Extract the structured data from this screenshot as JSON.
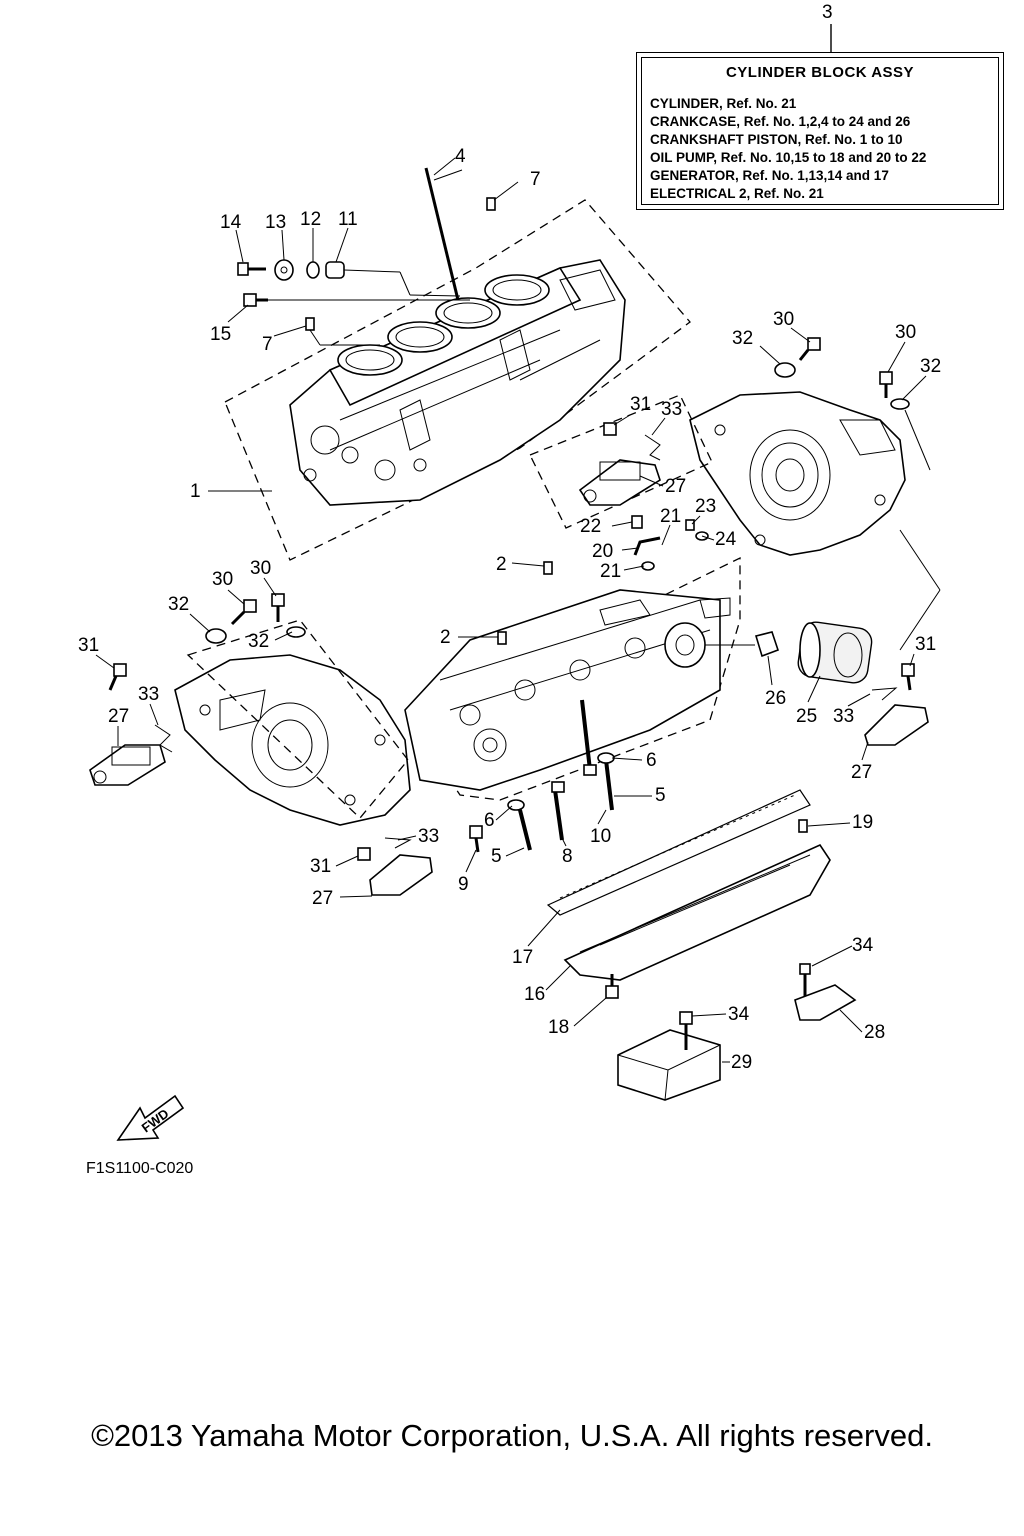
{
  "reference_box": {
    "callout": "3",
    "title": "CYLINDER BLOCK  ASSY",
    "lines": [
      "CYLINDER,      Ref. No. 21",
      "CRANKCASE, Ref. No. 1,2,4 to 24 and 26",
      "CRANKSHAFT PISTON, Ref. No. 1 to 10",
      "OIL PUMP, Ref. No. 10,15 to 18 and 20 to 22",
      "GENERATOR,    Ref. No. 1,13,14 and 17",
      "ELECTRICAL 2, Ref. No. 21"
    ]
  },
  "callouts": [
    "1",
    "2",
    "2",
    "4",
    "5",
    "5",
    "6",
    "6",
    "7",
    "7",
    "8",
    "9",
    "10",
    "11",
    "12",
    "13",
    "14",
    "15",
    "16",
    "17",
    "18",
    "19",
    "20",
    "21",
    "21",
    "22",
    "23",
    "24",
    "25",
    "26",
    "27",
    "27",
    "27",
    "27",
    "28",
    "29",
    "30",
    "30",
    "30",
    "30",
    "31",
    "31",
    "31",
    "31",
    "32",
    "32",
    "32",
    "32",
    "33",
    "33",
    "33",
    "33",
    "34",
    "34"
  ],
  "fwd_label": "FWD",
  "drawing_code": "F1S1100-C020",
  "copyright": "©2013 Yamaha Motor Corporation, U.S.A. All rights reserved."
}
